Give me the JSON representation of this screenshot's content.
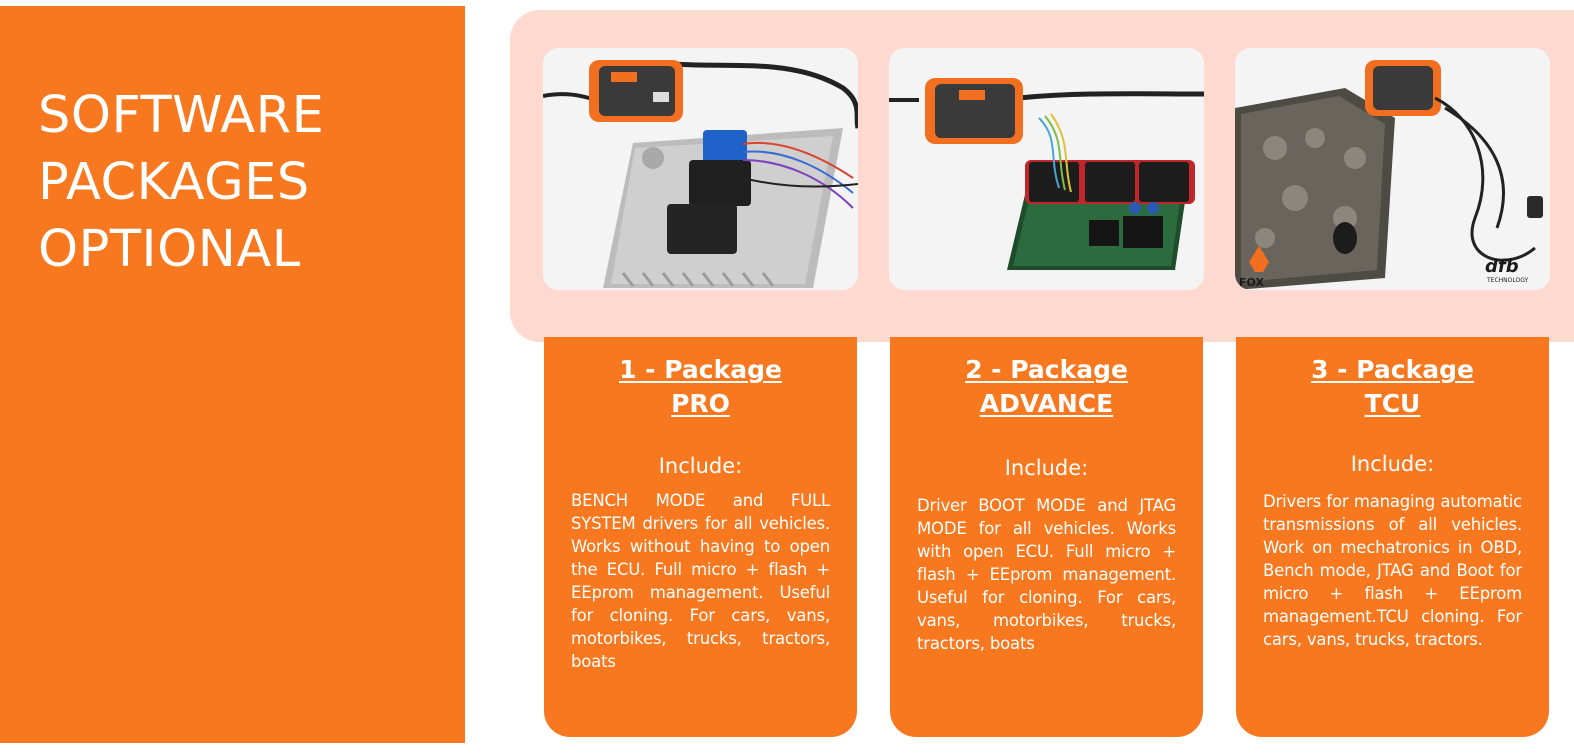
{
  "title": {
    "line1": "SOFTWARE",
    "line2": "PACKAGES",
    "line3": "OPTIONAL"
  },
  "colors": {
    "accent": "#f7781f",
    "band": "#fdd9cf",
    "text": "#ffffff"
  },
  "photos": [
    {
      "icon": "ecu-bench-photo"
    },
    {
      "icon": "ecu-boot-photo"
    },
    {
      "icon": "tcu-mechatronic-photo",
      "logo_left": "FOX",
      "logo_right": "dfb",
      "logo_right_sub": "TECHNOLOGY"
    }
  ],
  "packages": [
    {
      "title_line1": "1 - Package",
      "title_line2": "PRO",
      "include": "Include:",
      "description": "BENCH MODE and FULL SYSTEM drivers for all vehicles. Works without having to open the ECU. Full micro + flash + EEprom management.  Useful for cloning. For cars, vans, motorbikes, trucks, tractors, boats"
    },
    {
      "title_line1": "2 - Package",
      "title_line2": "ADVANCE",
      "include": "Include:",
      "description": "Driver BOOT MODE and JTAG MODE for all vehicles. Works with open ECU. Full micro + flash + EEprom management.  Useful for cloning. For cars, vans, motorbikes, trucks, tractors, boats"
    },
    {
      "title_line1": "3 - Package",
      "title_line2": "TCU",
      "include": "Include:",
      "description": "Drivers for managing automatic transmissions of all vehicles. Work on mechatronics in OBD, Bench mode, JTAG and Boot for micro + flash + EEprom management.TCU cloning. For cars, vans, trucks, tractors."
    }
  ]
}
